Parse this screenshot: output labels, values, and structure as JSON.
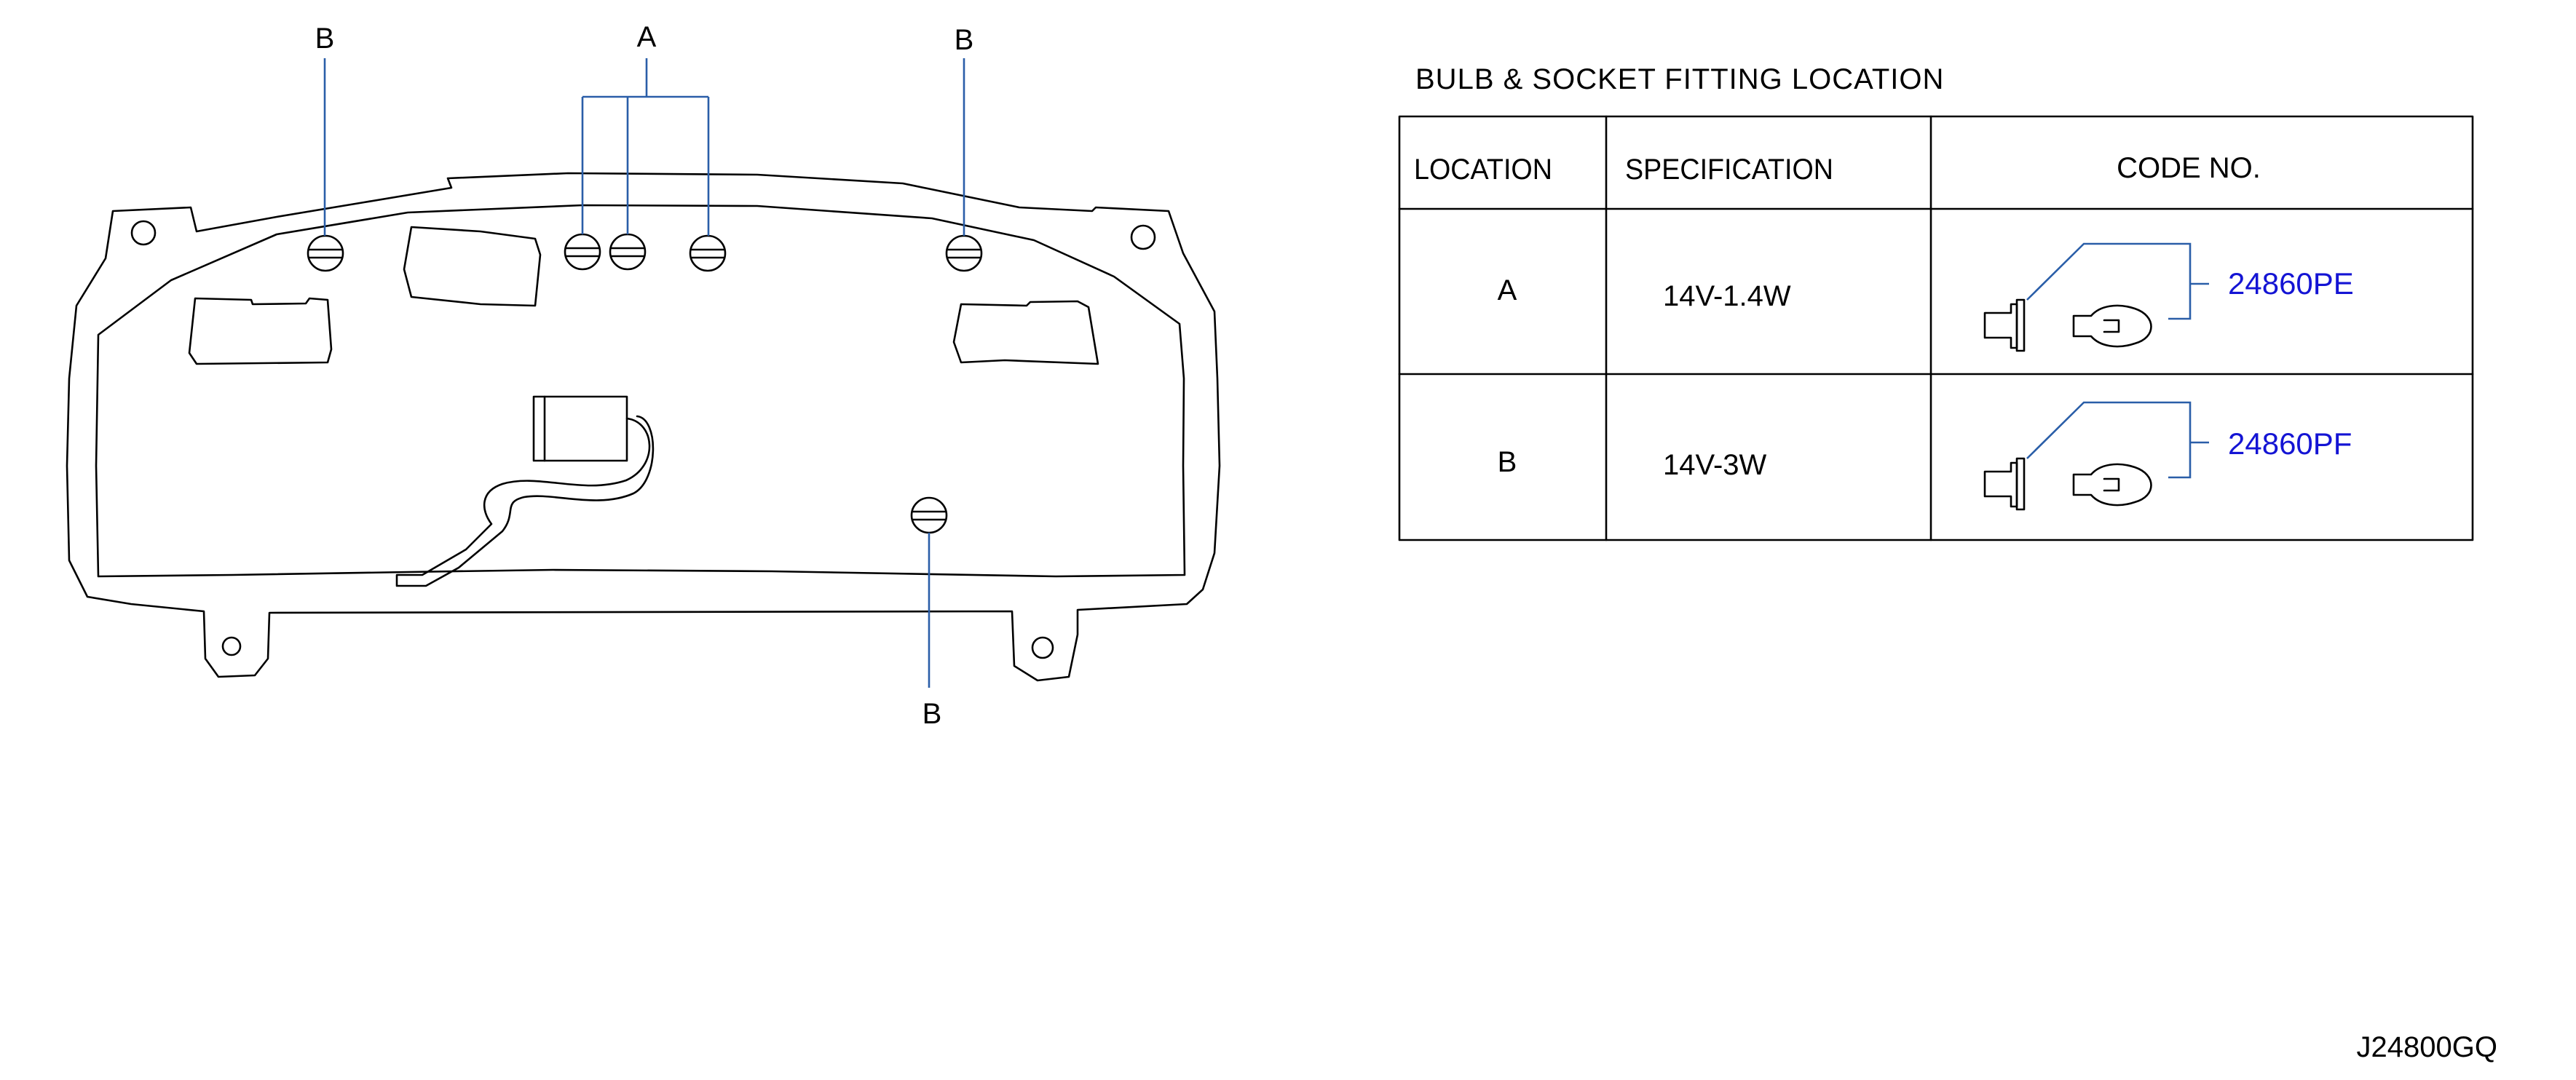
{
  "cluster": {
    "callouts": [
      "B",
      "A",
      "B",
      "B"
    ]
  },
  "table": {
    "title": "BULB  &  SOCKET  FITTING  LOCATION",
    "headers": [
      "LOCATION",
      "SPECIFICATION",
      "CODE  NO."
    ],
    "rows": [
      {
        "location": "A",
        "specification": "14V-1.4W",
        "code": "24860PE"
      },
      {
        "location": "B",
        "specification": "14V-3W",
        "code": "24860PF"
      }
    ]
  },
  "figure_code": "J24800GQ",
  "colors": {
    "line": "#000000",
    "leader": "#2a5ea8",
    "code_text": "#1414d4"
  }
}
